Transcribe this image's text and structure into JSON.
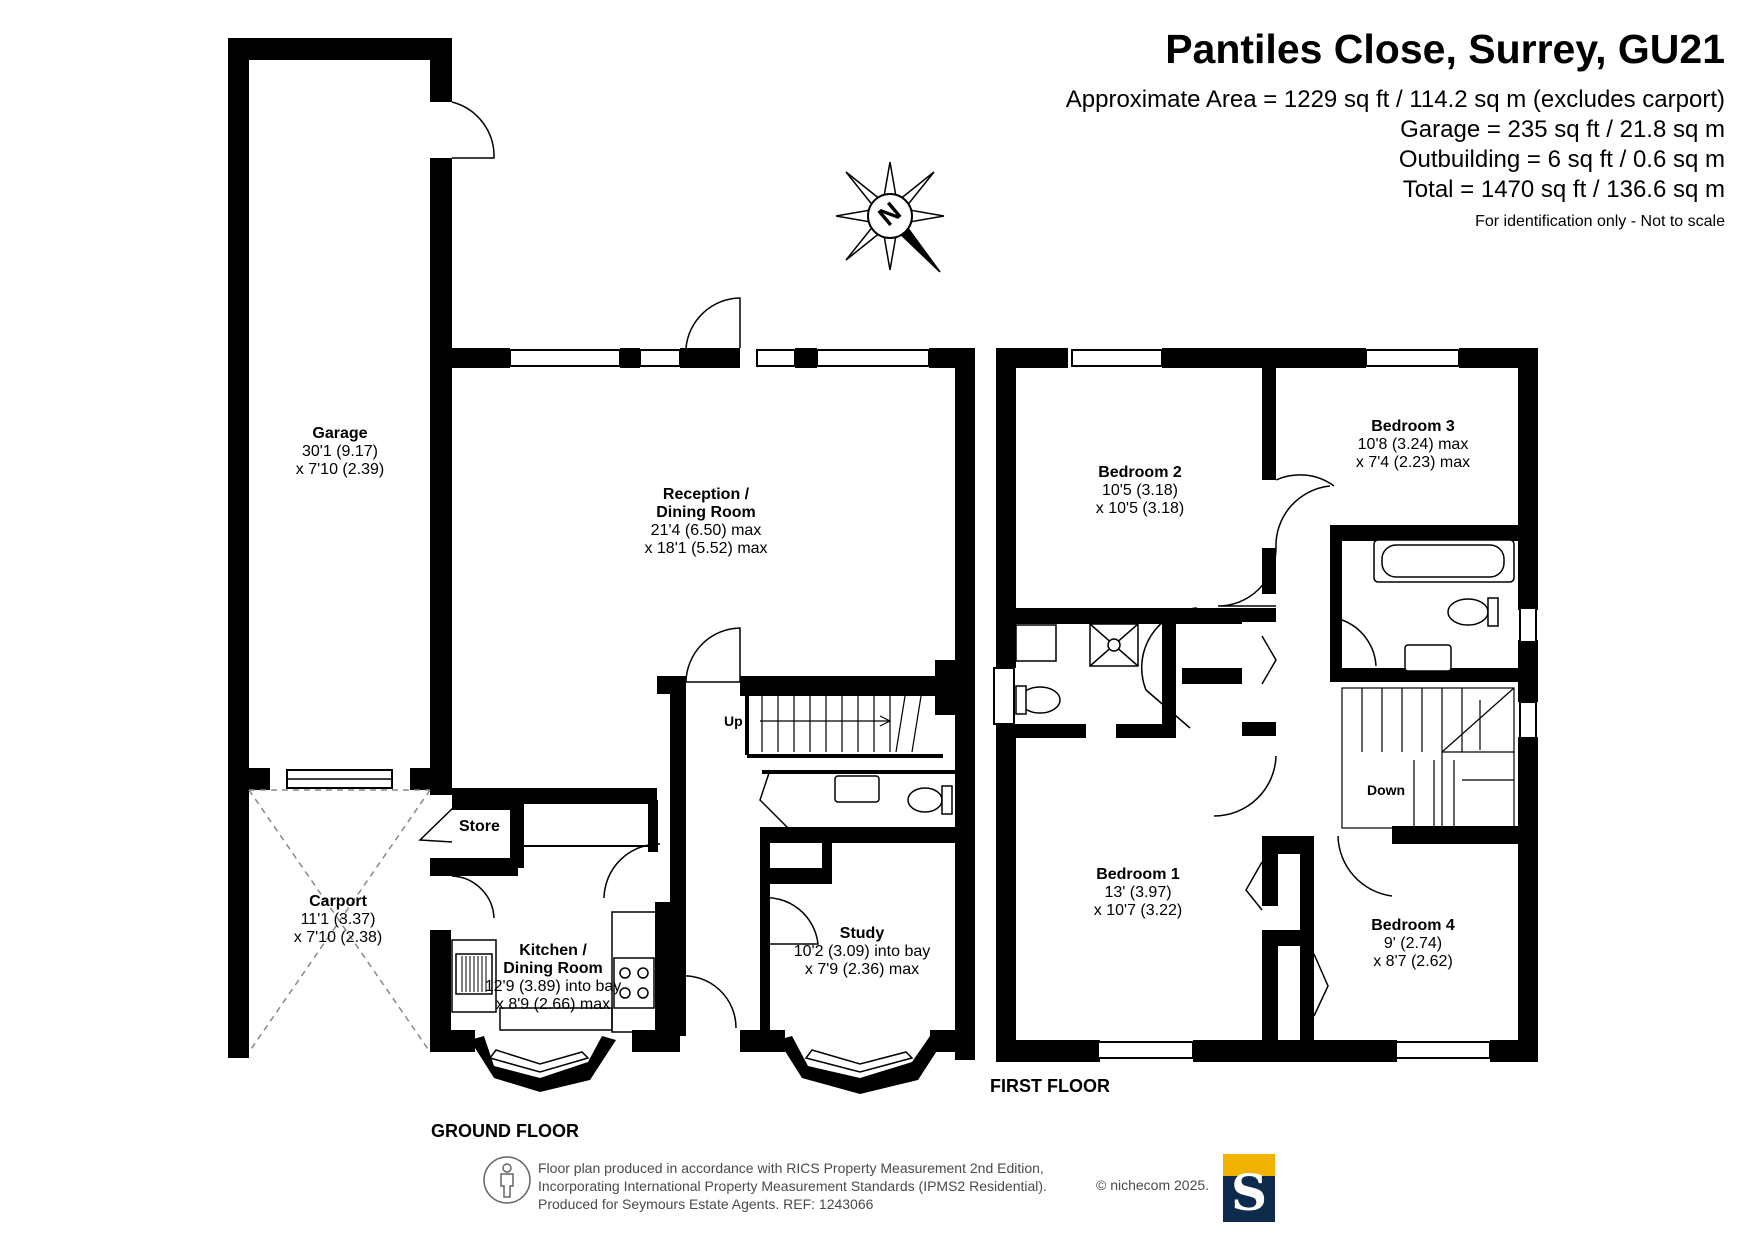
{
  "header": {
    "title": "Pantiles Close, Surrey, GU21",
    "areas": [
      "Approximate Area = 1229 sq ft / 114.2 sq m (excludes carport)",
      "Garage = 235 sq ft / 21.8 sq m",
      "Outbuilding = 6 sq ft / 0.6 sq m",
      "Total = 1470 sq ft / 136.6 sq m"
    ],
    "disclaimer": "For identification only - Not to scale"
  },
  "compass": {
    "letter": "N",
    "icon": "north-compass-icon"
  },
  "ground_floor": {
    "label": "GROUND FLOOR",
    "rooms": {
      "garage": {
        "name": "Garage",
        "dims": [
          "30'1 (9.17)",
          "x 7'10 (2.39)"
        ]
      },
      "reception": {
        "name": [
          "Reception /",
          "Dining Room"
        ],
        "dims": [
          "21'4 (6.50) max",
          "x 18'1 (5.52) max"
        ]
      },
      "carport": {
        "name": "Carport",
        "dims": [
          "11'1 (3.37)",
          "x 7'10 (2.38)"
        ]
      },
      "kitchen": {
        "name": [
          "Kitchen /",
          "Dining Room"
        ],
        "dims": [
          "12'9 (3.89) into bay",
          "x 8'9 (2.66) max"
        ]
      },
      "study": {
        "name": "Study",
        "dims": [
          "10'2 (3.09) into bay",
          "x 7'9 (2.36) max"
        ]
      }
    },
    "labels": {
      "store": "Store",
      "up": "Up"
    }
  },
  "first_floor": {
    "label": "FIRST FLOOR",
    "rooms": {
      "bedroom1": {
        "name": "Bedroom 1",
        "dims": [
          "13' (3.97)",
          "x 10'7 (3.22)"
        ]
      },
      "bedroom2": {
        "name": "Bedroom 2",
        "dims": [
          "10'5 (3.18)",
          "x 10'5 (3.18)"
        ]
      },
      "bedroom3": {
        "name": "Bedroom 3",
        "dims": [
          "10'8 (3.24) max",
          "x 7'4 (2.23) max"
        ]
      },
      "bedroom4": {
        "name": "Bedroom 4",
        "dims": [
          "9' (2.74)",
          "x 8'7 (2.62)"
        ]
      }
    },
    "labels": {
      "down": "Down"
    }
  },
  "footer": {
    "lines": [
      "Floor plan produced in accordance with RICS Property Measurement 2nd Edition,",
      "Incorporating International Property Measurement Standards (IPMS2 Residential).",
      "Produced for Seymours Estate Agents.   REF: 1243066"
    ],
    "copyright": "© nichecom 2025.",
    "logo_letter": "S",
    "logo_colors": {
      "band": "#f2b300",
      "body": "#0e2b4e"
    }
  }
}
